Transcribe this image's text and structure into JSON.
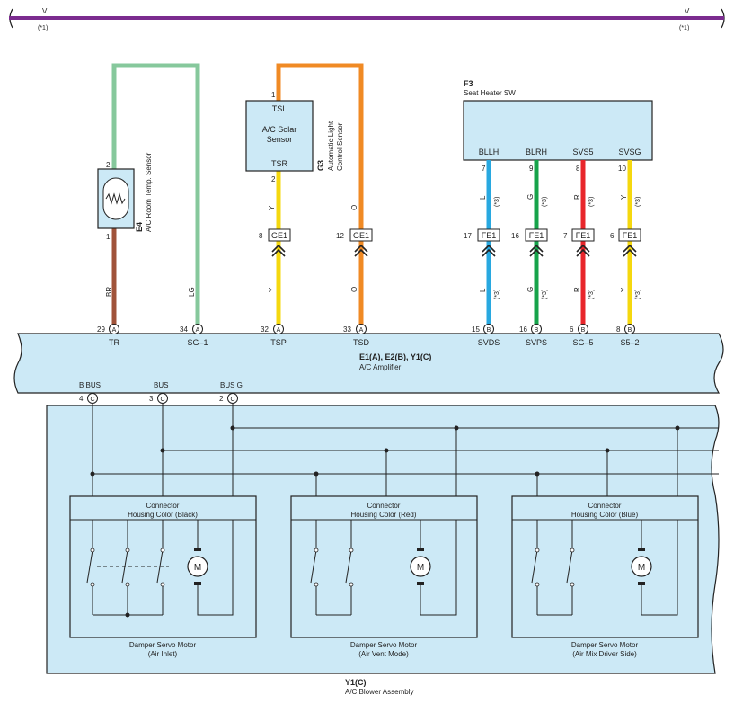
{
  "power_line": {
    "left_label": "V",
    "left_note": "(*1)",
    "right_label": "V",
    "right_note": "(*1)"
  },
  "sensors": {
    "room_temp": {
      "code": "E4",
      "name": "A/C Room Temp.  Sensor",
      "pin_top": "2",
      "pin_bottom": "1"
    },
    "solar": {
      "code": "G3",
      "name_line1": "Automatic Light",
      "name_line2": "Control Sensor",
      "box_line1": "A/C Solar",
      "box_line2": "Sensor",
      "tsl": "TSL",
      "tsr": "TSR",
      "pin_top": "1",
      "pin_bottom": "2"
    }
  },
  "seat_heater": {
    "code": "F3",
    "name": "Seat Heater SW",
    "terminals": [
      {
        "label": "BLLH",
        "pin": "7",
        "wire": "L",
        "note": "(*3)"
      },
      {
        "label": "BLRH",
        "pin": "9",
        "wire": "G",
        "note": "(*3)"
      },
      {
        "label": "SVS5",
        "pin": "8",
        "wire": "R",
        "note": "(*3)"
      },
      {
        "label": "SVSG",
        "pin": "10",
        "wire": "Y",
        "note": "(*3)"
      }
    ]
  },
  "junctions": {
    "ge1": [
      {
        "label": "GE1",
        "pin": "8"
      },
      {
        "label": "GE1",
        "pin": "12"
      }
    ],
    "fe1": [
      {
        "label": "FE1",
        "pin": "17"
      },
      {
        "label": "FE1",
        "pin": "16"
      },
      {
        "label": "FE1",
        "pin": "7"
      },
      {
        "label": "FE1",
        "pin": "6"
      }
    ]
  },
  "wires": {
    "br": "BR",
    "lg": "LG",
    "y_upper": "Y",
    "o_upper": "O",
    "y_lower": "Y",
    "o_lower": "O",
    "lower_l": "L",
    "lower_g": "G",
    "lower_r": "R",
    "lower_y": "Y",
    "lower_note": "(*3)"
  },
  "amplifier": {
    "title": "E1(A), E2(B), Y1(C)",
    "name": "A/C Amplifier",
    "pins": [
      {
        "num": "29",
        "conn": "A",
        "label": "TR"
      },
      {
        "num": "34",
        "conn": "A",
        "label": "SG–1"
      },
      {
        "num": "32",
        "conn": "A",
        "label": "TSP"
      },
      {
        "num": "33",
        "conn": "A",
        "label": "TSD"
      },
      {
        "num": "15",
        "conn": "B",
        "label": "SVDS"
      },
      {
        "num": "16",
        "conn": "B",
        "label": "SVPS"
      },
      {
        "num": "6",
        "conn": "B",
        "label": "SG–5"
      },
      {
        "num": "8",
        "conn": "B",
        "label": "S5–2"
      }
    ],
    "bus_pins": [
      {
        "num": "4",
        "conn": "C",
        "label": "B BUS"
      },
      {
        "num": "3",
        "conn": "C",
        "label": "BUS"
      },
      {
        "num": "2",
        "conn": "C",
        "label": "BUS G"
      }
    ]
  },
  "blower": {
    "code": "Y1(C)",
    "name": "A/C Blower Assembly",
    "motors": [
      {
        "conn_line1": "Connector",
        "conn_line2": "Housing Color (Black)",
        "name_line1": "Damper Servo Motor",
        "name_line2": "(Air Inlet)"
      },
      {
        "conn_line1": "Connector",
        "conn_line2": "Housing Color (Red)",
        "name_line1": "Damper Servo Motor",
        "name_line2": "(Air Vent Mode)"
      },
      {
        "conn_line1": "Connector",
        "conn_line2": "Housing Color (Blue)",
        "name_line1": "Damper Servo Motor",
        "name_line2": "(Air Mix Driver Side)"
      }
    ],
    "motor_symbol": "M"
  },
  "colors": {
    "purple": "#7b2c8f",
    "light_green": "#86c89c",
    "brown": "#a0533a",
    "orange": "#f08a24",
    "yellow": "#f5d80f",
    "blue": "#28a8e0",
    "green": "#16a34a",
    "red": "#e8262b",
    "panel": "#cce9f6"
  }
}
